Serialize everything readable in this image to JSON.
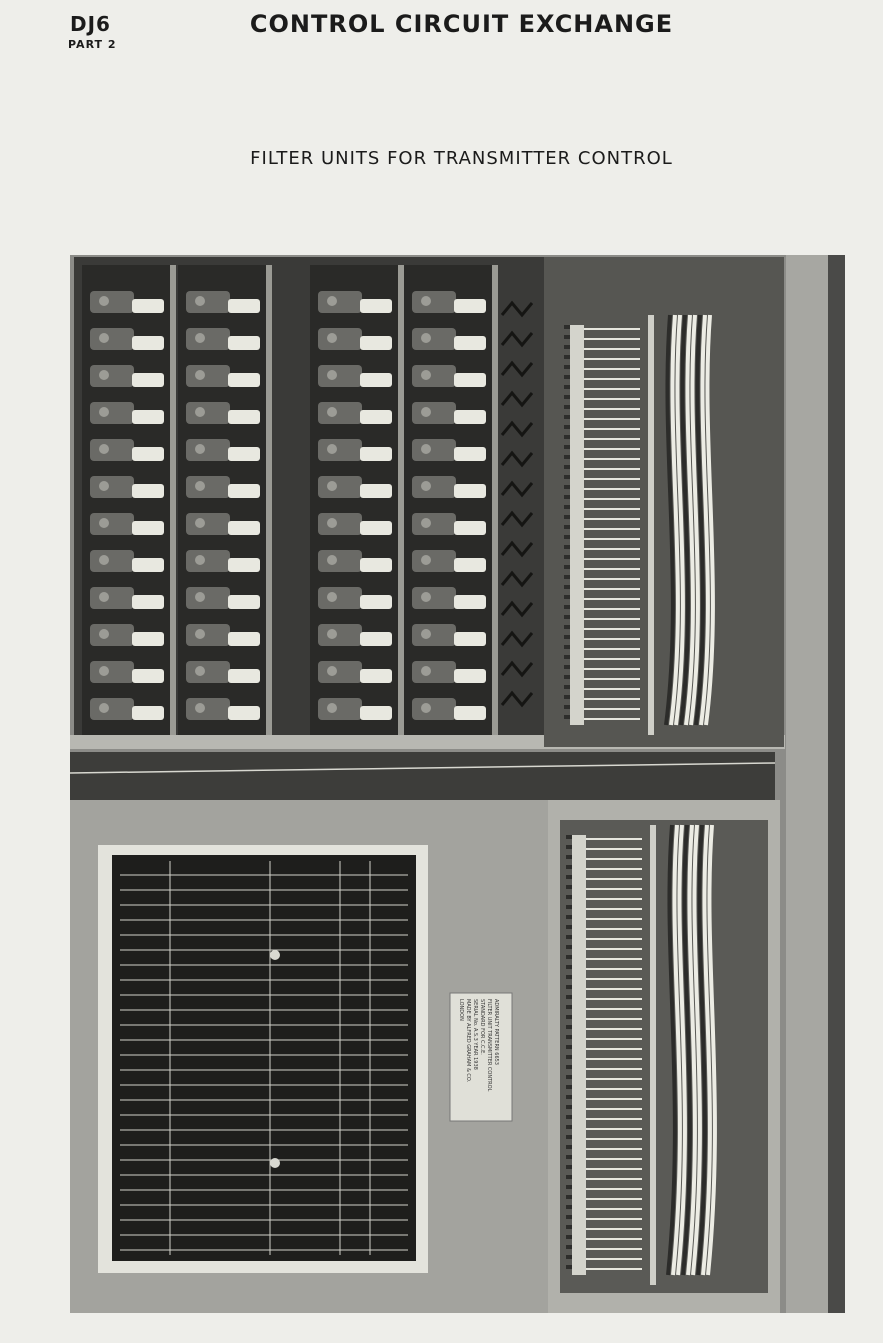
{
  "header": {
    "doc_code": "DJ6",
    "part_label": "PART 2",
    "title": "CONTROL CIRCUIT EXCHANGE"
  },
  "figure": {
    "caption": "FILTER UNITS FOR TRANSMITTER CONTROL",
    "nameplate_lines": [
      "ADMIRALTY PATTERN 6653",
      "FILTER UNIT TRANSMITTER CONTROL",
      "STANDARD FOR C.C.E.",
      "SERIAL No. A.S.3   YEAR 1938",
      "MADE BY ALFRED GRAHAM & CO.",
      "LONDON"
    ]
  }
}
